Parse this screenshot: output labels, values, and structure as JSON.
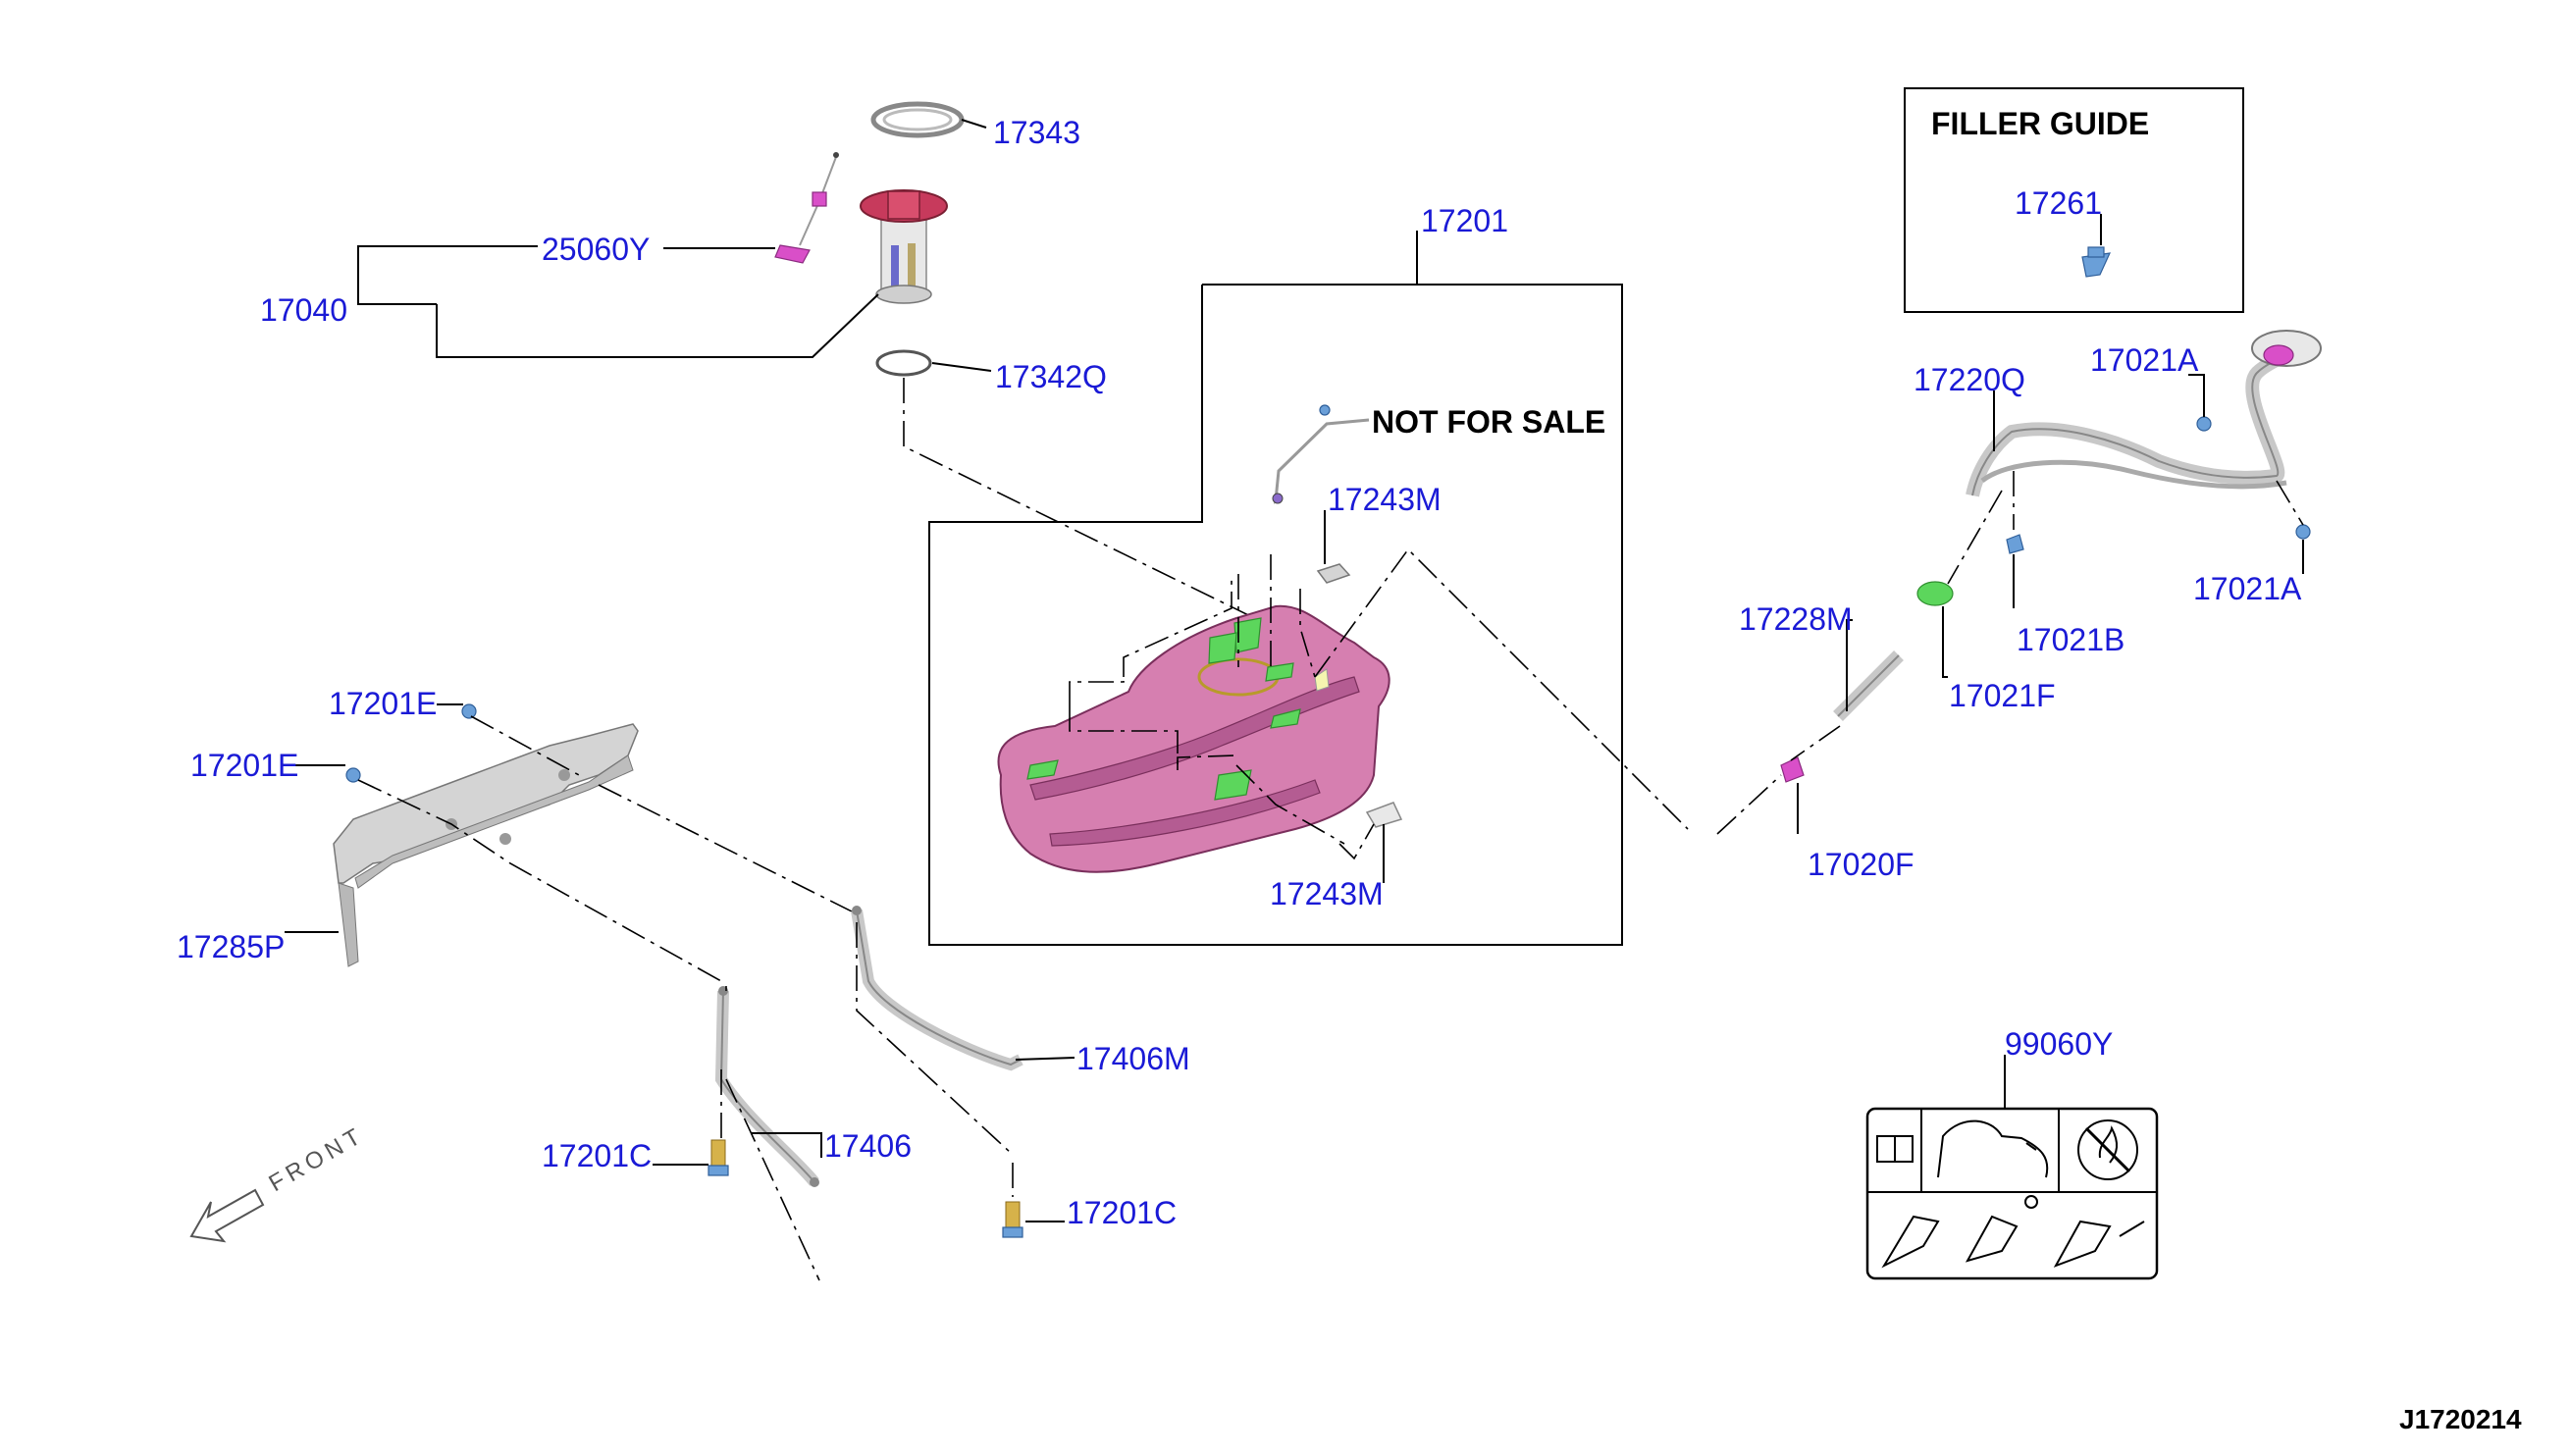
{
  "diagram_code": "J1720214",
  "front_label": "FRONT",
  "boxes": {
    "filler_guide_title": "FILLER GUIDE",
    "not_for_sale": "NOT FOR SALE"
  },
  "parts": {
    "p17343": "17343",
    "p25060Y": "25060Y",
    "p17040": "17040",
    "p17342Q": "17342Q",
    "p17201": "17201",
    "p17243M_top": "17243M",
    "p17243M_bottom": "17243M",
    "p17261": "17261",
    "p17220Q": "17220Q",
    "p17021A_top": "17021A",
    "p17021A_right": "17021A",
    "p17021B": "17021B",
    "p17021F": "17021F",
    "p17228M": "17228M",
    "p17020F": "17020F",
    "p17201E_top": "17201E",
    "p17201E_left": "17201E",
    "p17285P": "17285P",
    "p17406M": "17406M",
    "p17406": "17406",
    "p17201C_left": "17201C",
    "p17201C_right": "17201C",
    "p99060Y": "99060Y"
  },
  "colors": {
    "callout_text": "#1a1ad6",
    "tank": "#d67fb0",
    "tank_detail": "#5cd65c",
    "accent_magenta": "#d94fc8"
  }
}
